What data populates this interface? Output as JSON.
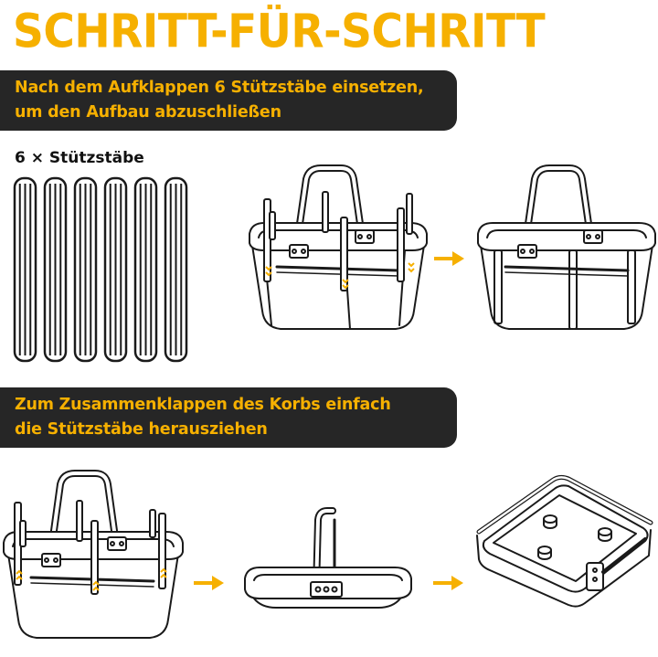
{
  "title": "SCHRITT-FÜR-SCHRITT",
  "step1": {
    "text_line1": "Nach dem Aufklappen 6 Stützstäbe einsetzen,",
    "text_line2": "um den Aufbau abzuschließen"
  },
  "sticks": {
    "label": "6 × Stützstäbe",
    "count": 6
  },
  "step2": {
    "text_line1": "Zum Zusammenklappen des Korbs einfach",
    "text_line2": "die Stützstäbe herausziehen"
  },
  "colors": {
    "accent": "#f6b000",
    "banner_bg": "#262626",
    "line": "#1a1a1a",
    "white": "#ffffff"
  },
  "icons": {
    "arrow": "arrow-right-icon",
    "basket": "basket-icon",
    "stick": "support-stick-icon"
  }
}
